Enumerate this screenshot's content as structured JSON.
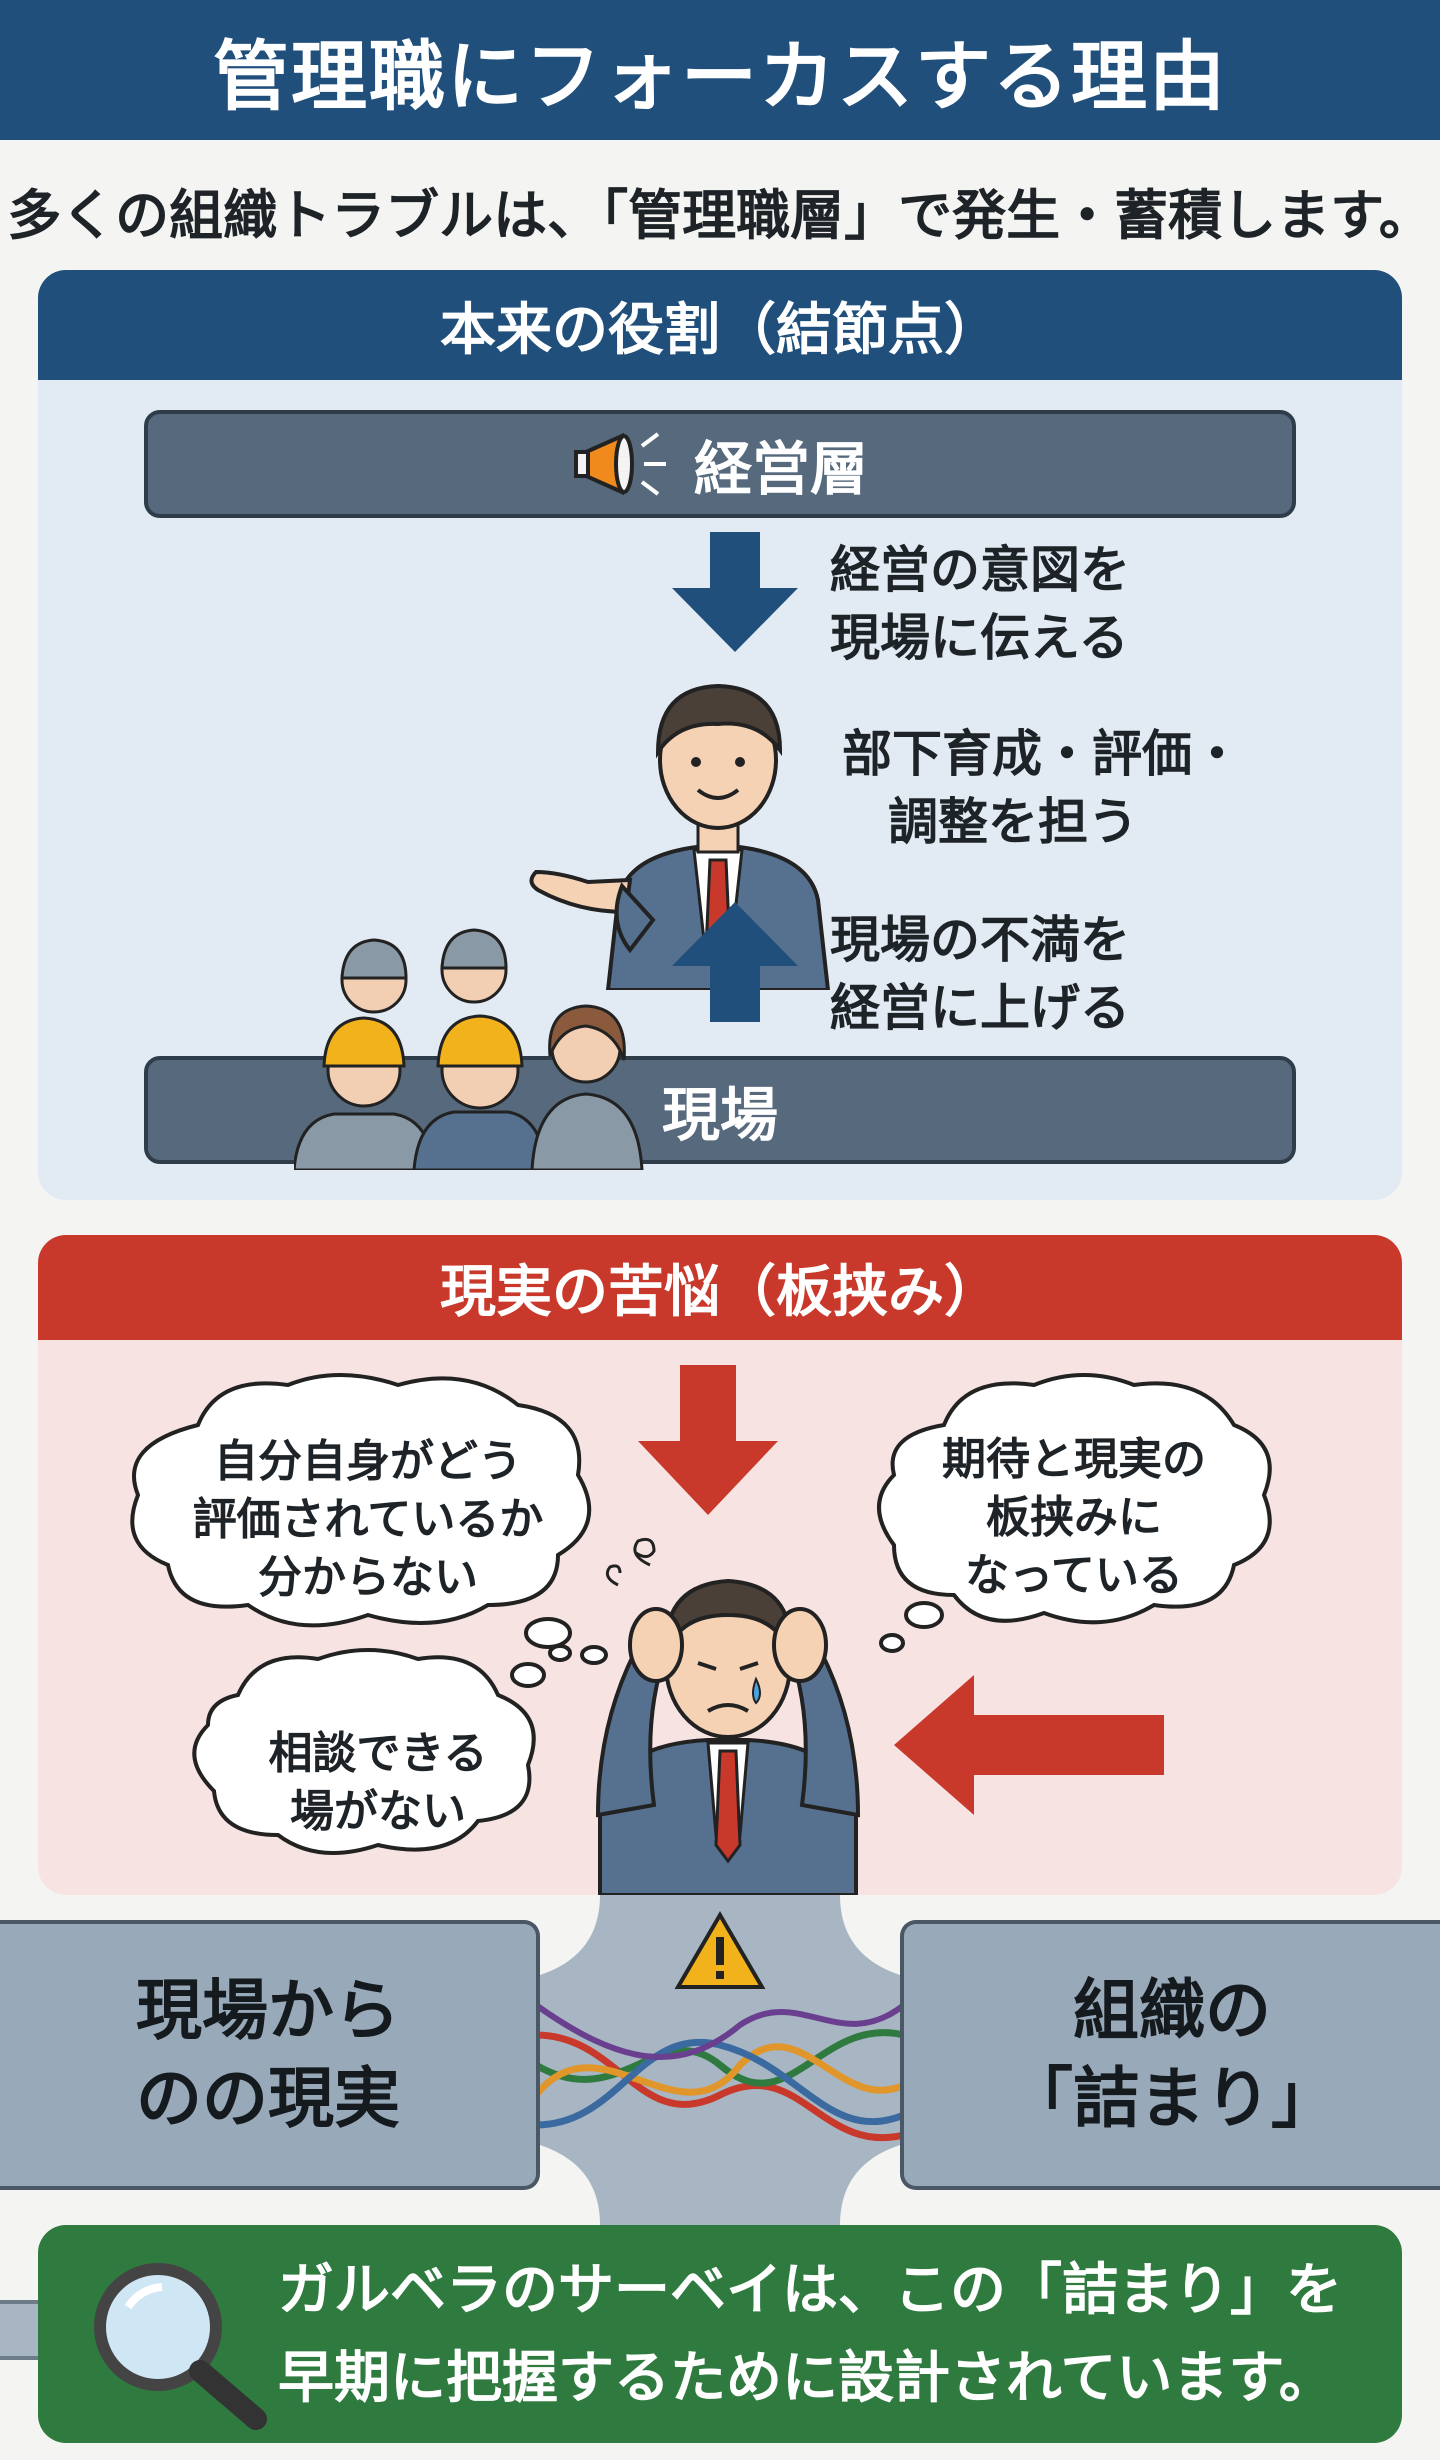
{
  "header": {
    "title": "管理職にフォーカスする理由",
    "subtitle": "多くの組織トラブルは、「管理職層」で発生・蓄積します。"
  },
  "ideal": {
    "heading": "本来の役割（結節点）",
    "top_label": "経営層",
    "bottom_label": "現場",
    "note_down": [
      "経営の意図を",
      "現場に伝える"
    ],
    "note_middle": [
      "部下育成・評価・",
      "調整を担う"
    ],
    "note_up": [
      "現場の不満を",
      "経営に上げる"
    ]
  },
  "reality": {
    "heading": "現実の苦悩（板挟み）",
    "thought_1": [
      "自分自身がどう",
      "評価されているか",
      "分からない"
    ],
    "thought_2": [
      "期待と現実の",
      "板挟みに",
      "なっている"
    ],
    "thought_3": [
      "相談できる",
      "場がない"
    ]
  },
  "bottleneck": {
    "left": [
      "現場から",
      "のの現実"
    ],
    "right": [
      "組織の",
      "「詰まり」"
    ]
  },
  "footer": {
    "line1": "ガルベラのサーベイは、この「詰まり」を",
    "line2": "早期に把握するために設計されています。"
  },
  "colors": {
    "navy": "#1f4f7a",
    "red": "#c8392b",
    "green": "#2f7a3f",
    "slate": "#56697d"
  },
  "icons": [
    "megaphone-icon",
    "down-arrow-icon",
    "up-arrow-icon",
    "manager-figure",
    "workers-group",
    "stressed-manager-figure",
    "warning-icon",
    "tangled-wires",
    "magnifier-icon"
  ]
}
